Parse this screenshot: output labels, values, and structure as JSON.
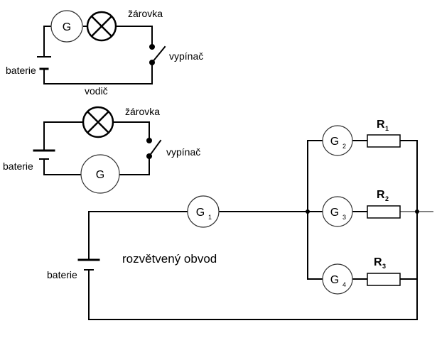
{
  "circuit1": {
    "galvanometer": "G",
    "lamp_label": "žárovka",
    "switch_label": "vypínač",
    "battery_label": "baterie",
    "wire_label": "vodič"
  },
  "circuit2": {
    "galvanometer": "G",
    "lamp_label": "žárovka",
    "switch_label": "vypínač",
    "battery_label": "baterie"
  },
  "circuit3": {
    "title": "rozvětvený obvod",
    "battery_label": "baterie",
    "g1": {
      "letter": "G",
      "index": "1"
    },
    "g2": {
      "letter": "G",
      "index": "2"
    },
    "g3": {
      "letter": "G",
      "index": "3"
    },
    "g4": {
      "letter": "G",
      "index": "4"
    },
    "r1": {
      "letter": "R",
      "index": "1"
    },
    "r2": {
      "letter": "R",
      "index": "2"
    },
    "r3": {
      "letter": "R",
      "index": "3"
    }
  }
}
